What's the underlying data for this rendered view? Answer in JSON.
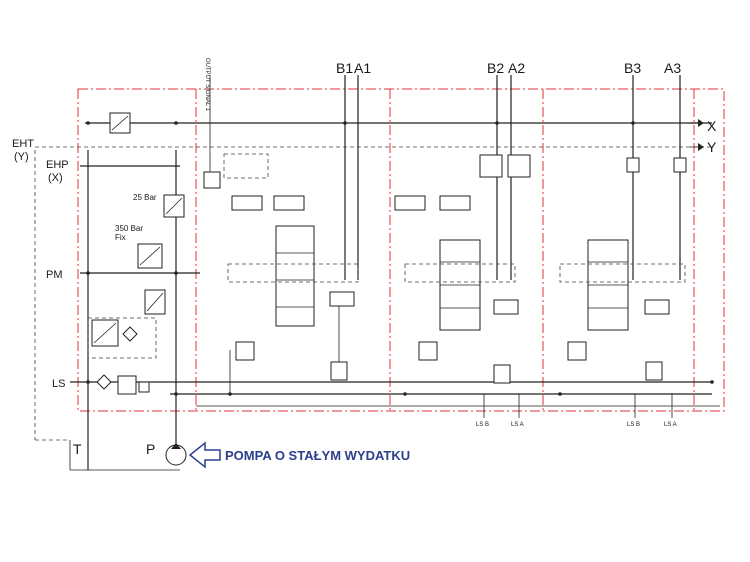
{
  "ports_top": {
    "b1": "B1",
    "a1": "A1",
    "b2": "B2",
    "a2": "A2",
    "b3": "B3",
    "a3": "A3"
  },
  "ports_right": {
    "x": "X",
    "y": "Y"
  },
  "ports_left": {
    "eht": "EHT",
    "eht_sub": "(Y)",
    "ehp": "EHP",
    "ehp_sub": "(X)",
    "pm": "PM",
    "ls": "LS",
    "t": "T",
    "p": "P"
  },
  "valve_labels": {
    "relief_25": "25 Bar",
    "relief_350": "350 Bar",
    "relief_350_sub": "Fix",
    "output_signal": "OUTPUT SIGNAL 1"
  },
  "ls_ports": {
    "s2_lsb": "LS B",
    "s2_lsa": "LS A",
    "s3_lsb": "LS B",
    "s3_lsa": "LS A"
  },
  "pump_callout": "POMPA O STAŁYM WYDATKU",
  "colors": {
    "frame_red": "#e0303a",
    "callout_blue": "#2b3f8f",
    "line": "#222222"
  }
}
